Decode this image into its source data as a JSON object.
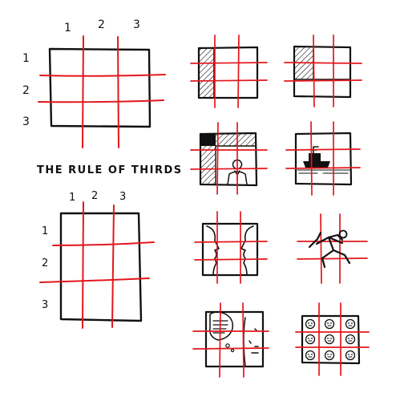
{
  "title": "THE RULE OF THIRDS",
  "landscape_grid": {
    "column_labels": [
      "1",
      "2",
      "3"
    ],
    "row_labels": [
      "1",
      "2",
      "3"
    ]
  },
  "portrait_grid": {
    "column_labels": [
      "1",
      "2",
      "3"
    ],
    "row_labels": [
      "1",
      "2",
      "3"
    ]
  },
  "colors": {
    "ink": "#111111",
    "grid_line": "#e3171c",
    "background": "#ffffff"
  },
  "examples": [
    {
      "name": "left-third-shaded"
    },
    {
      "name": "top-left-cell-shaded"
    },
    {
      "name": "portrait-man-in-suit"
    },
    {
      "name": "boat-on-horizon"
    },
    {
      "name": "two-facing-profiles"
    },
    {
      "name": "running-figure"
    },
    {
      "name": "thought-bubble-face"
    },
    {
      "name": "nine-faces-grid"
    }
  ]
}
